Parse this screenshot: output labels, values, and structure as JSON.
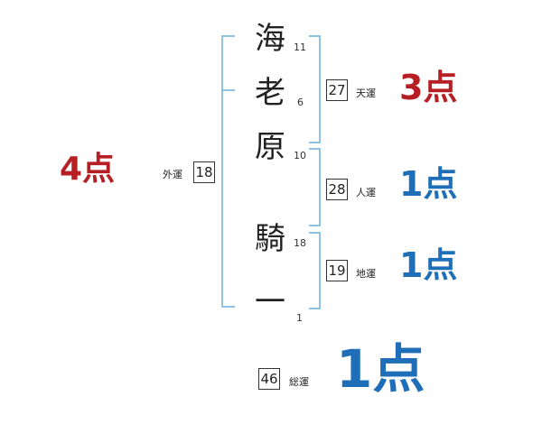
{
  "name": {
    "chars": [
      {
        "char": "海",
        "strokes": "11"
      },
      {
        "char": "老",
        "strokes": "6"
      },
      {
        "char": "原",
        "strokes": "10"
      },
      {
        "char": "騎",
        "strokes": "18"
      },
      {
        "char": "一",
        "strokes": "1"
      }
    ]
  },
  "fortunes": {
    "gaiun": {
      "label": "外運",
      "value": "18",
      "score": "4点"
    },
    "tenun": {
      "label": "天運",
      "value": "27",
      "score": "3点"
    },
    "jinun": {
      "label": "人運",
      "value": "28",
      "score": "1点"
    },
    "chiun": {
      "label": "地運",
      "value": "19",
      "score": "1点"
    },
    "souun": {
      "label": "総運",
      "value": "46",
      "score": "1点"
    }
  },
  "colors": {
    "bracket": "#8ec3e2",
    "score_red": "#b51f24",
    "score_blue": "#1e6fb8"
  }
}
